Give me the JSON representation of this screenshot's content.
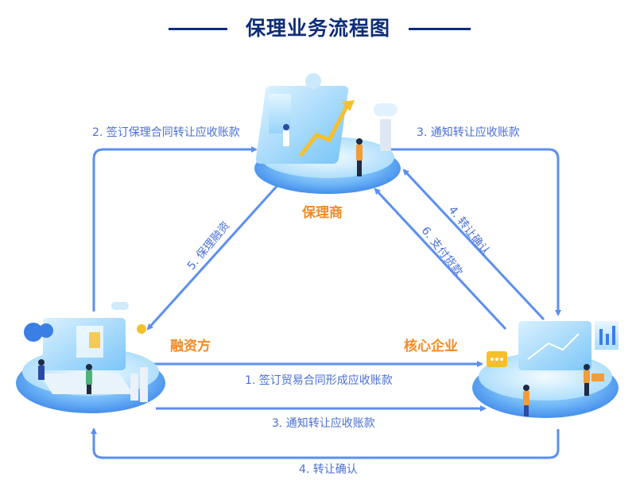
{
  "title": "保理业务流程图",
  "nodes": {
    "factor": "保理商",
    "financier": "融资方",
    "core": "核心企业"
  },
  "steps": {
    "s1": "1. 签订贸易合同形成应收账款",
    "s2": "2. 签订保理合同转让应收账款",
    "s3_top": "3. 通知转让应收账款",
    "s3_bottom": "3. 通知转让应收账款",
    "s4_right": "4. 转让确认",
    "s4_bottom": "4. 转让确认",
    "s5": "5. 保理融资",
    "s6": "6. 支付货款"
  },
  "colors": {
    "arrow": "#5b8ff0",
    "title": "#0d2d7a",
    "node_label": "#f58a22",
    "step_label": "#4a6fd8"
  }
}
